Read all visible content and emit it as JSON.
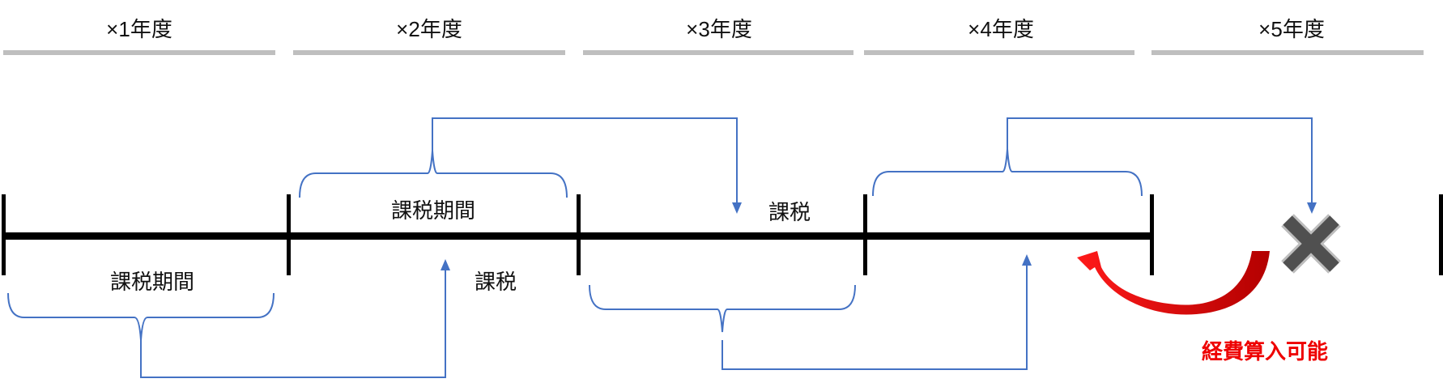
{
  "years": [
    "×1年度",
    "×2年度",
    "×3年度",
    "×4年度",
    "×5年度"
  ],
  "labels": {
    "period_1": "課税期間",
    "period_2": "課税期間",
    "tax_3": "課税",
    "tax_2": "課税",
    "expense": "経費算入可能"
  },
  "icons": {
    "cross": "cross-icon",
    "curved_arrow": "curved-arrow-icon"
  },
  "colors": {
    "timeline": "#000000",
    "year_bar": "#bfbfbf",
    "bracket": "#4472c4",
    "arrow": "#ee0000",
    "expense_text": "#ee0000",
    "cross": "#505050"
  }
}
